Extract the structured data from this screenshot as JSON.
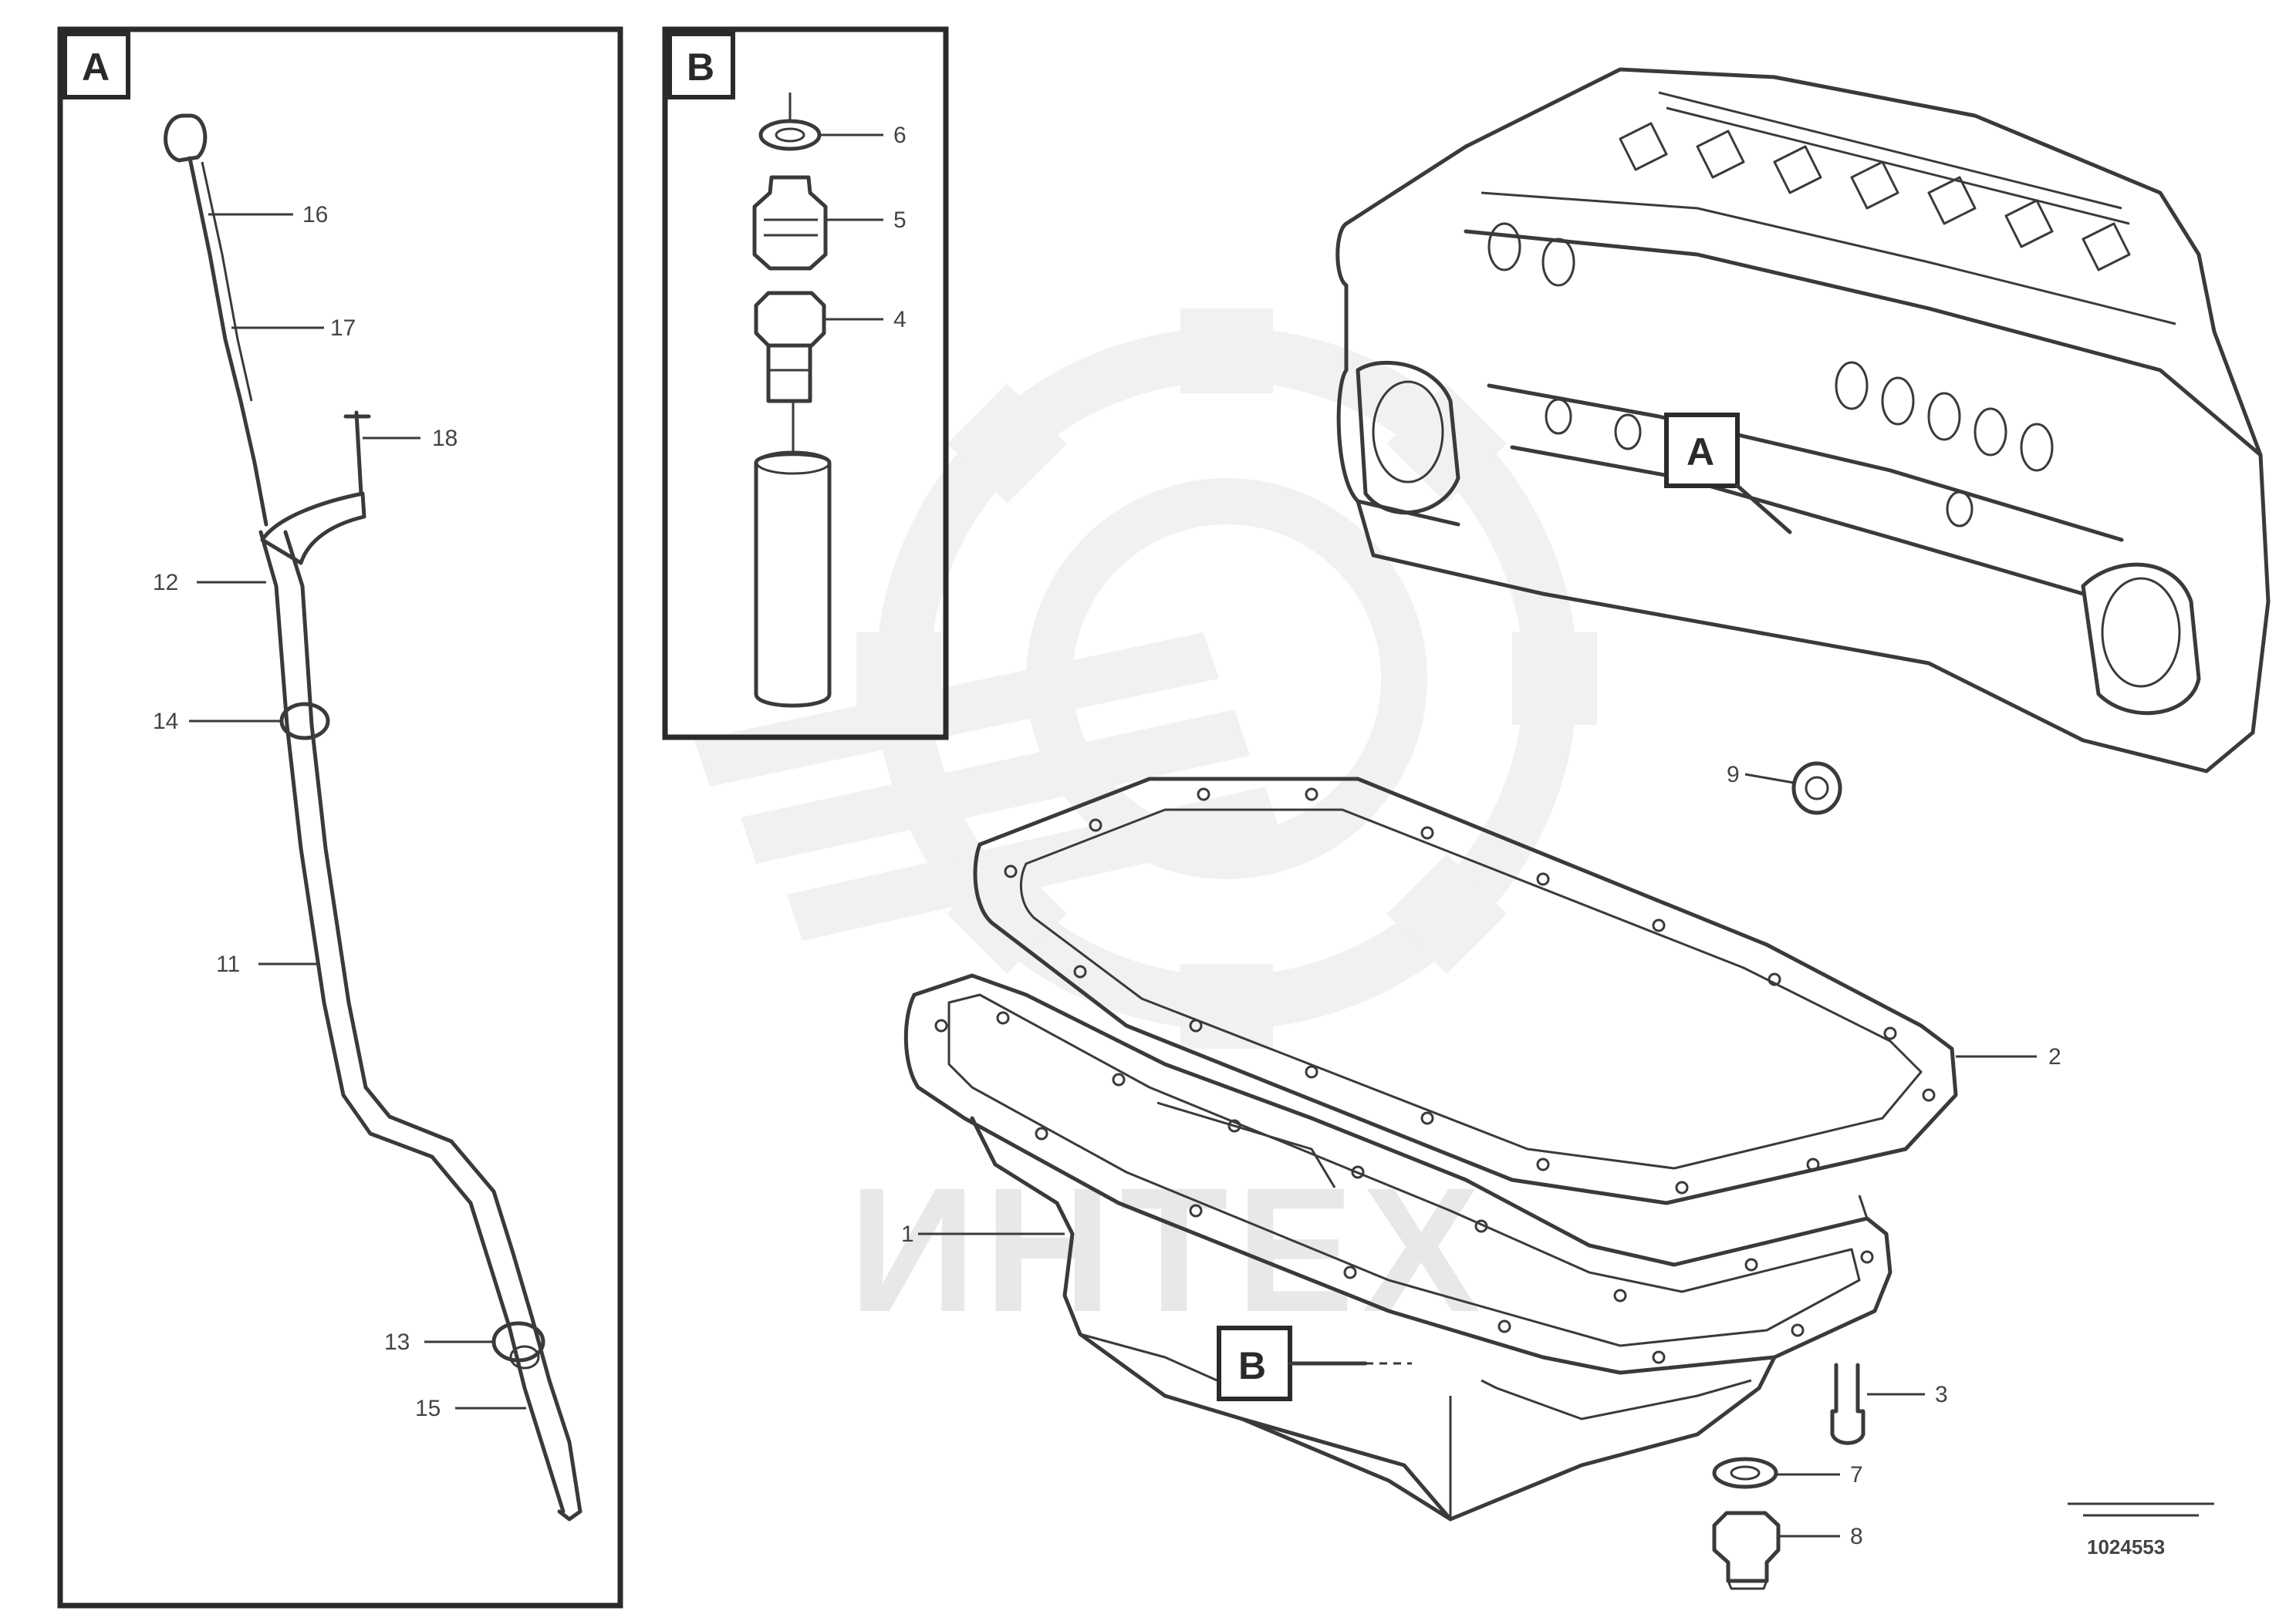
{
  "watermark": {
    "text": "ИНТЕХ",
    "color": "#e8e8e8"
  },
  "panels": [
    {
      "id": "A",
      "label": "A"
    },
    {
      "id": "B",
      "label": "B"
    }
  ],
  "main_tags": [
    {
      "id": "A",
      "label": "A"
    },
    {
      "id": "B",
      "label": "B"
    }
  ],
  "labels": {
    "p16": "16",
    "p17": "17",
    "p18": "18",
    "p12": "12",
    "p14": "14",
    "p11": "11",
    "p13": "13",
    "p15": "15",
    "b6": "6",
    "b5": "5",
    "b4": "4",
    "m9": "9",
    "m2": "2",
    "m1": "1",
    "m3": "3",
    "m7": "7",
    "m8": "8"
  },
  "drawing_number": "1024553",
  "colors": {
    "line": "#3a3a3a",
    "frame": "#2a2a2a",
    "background": "#ffffff"
  }
}
